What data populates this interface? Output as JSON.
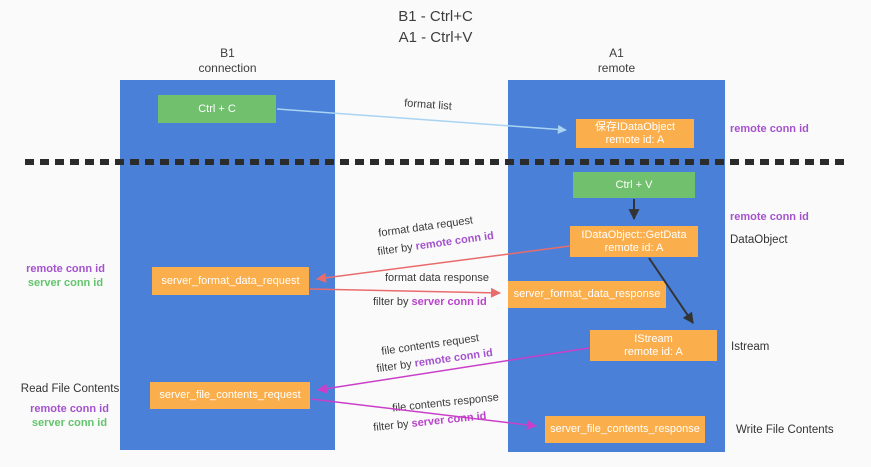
{
  "title": {
    "line1": "B1 - Ctrl+C",
    "line2": "A1 - Ctrl+V"
  },
  "lanes": {
    "b1": {
      "name": "B1",
      "subtitle": "connection"
    },
    "a1": {
      "name": "A1",
      "subtitle": "remote"
    }
  },
  "nodes": {
    "ctrl_c": {
      "label": "Ctrl + C"
    },
    "save_idataobject": {
      "line1": "保存IDataObject",
      "line2": "remote id: A"
    },
    "ctrl_v": {
      "label": "Ctrl + V"
    },
    "getdata": {
      "line1": "IDataObject::GetData",
      "line2": "remote id: A"
    },
    "format_request": {
      "label": "server_format_data_request"
    },
    "format_response": {
      "label": "server_format_data_response"
    },
    "istream": {
      "line1": "IStream",
      "line2": "remote id: A"
    },
    "file_request": {
      "label": "server_file_contents_request"
    },
    "file_response": {
      "label": "server_file_contents_response"
    }
  },
  "shared": {
    "remote_conn_id": "remote conn id",
    "server_conn_id": "server conn id",
    "filter_by": "filter by"
  },
  "annotations": {
    "right": {
      "dataobject": "DataObject",
      "istream": "Istream",
      "write_file_contents": "Write File Contents"
    },
    "left": {
      "read_file_contents": "Read File Contents"
    }
  },
  "edge_labels": {
    "format_list": "format list",
    "format_data_request": "format data request",
    "format_data_response": "format data response",
    "file_contents_request": "file contents request",
    "file_contents_response": "file contents response"
  },
  "colors": {
    "lane_blue": "#4a80d8",
    "box_orange": "#fbae4c",
    "box_green": "#71c06e",
    "label_purple": "#a552ce",
    "label_green": "#62c46c",
    "filter_magenta": "#b944cb",
    "arrow_blue": "#a8d4f2",
    "arrow_red": "#e96c6c",
    "arrow_magenta": "#c93fc9",
    "arrow_black": "#333333"
  }
}
